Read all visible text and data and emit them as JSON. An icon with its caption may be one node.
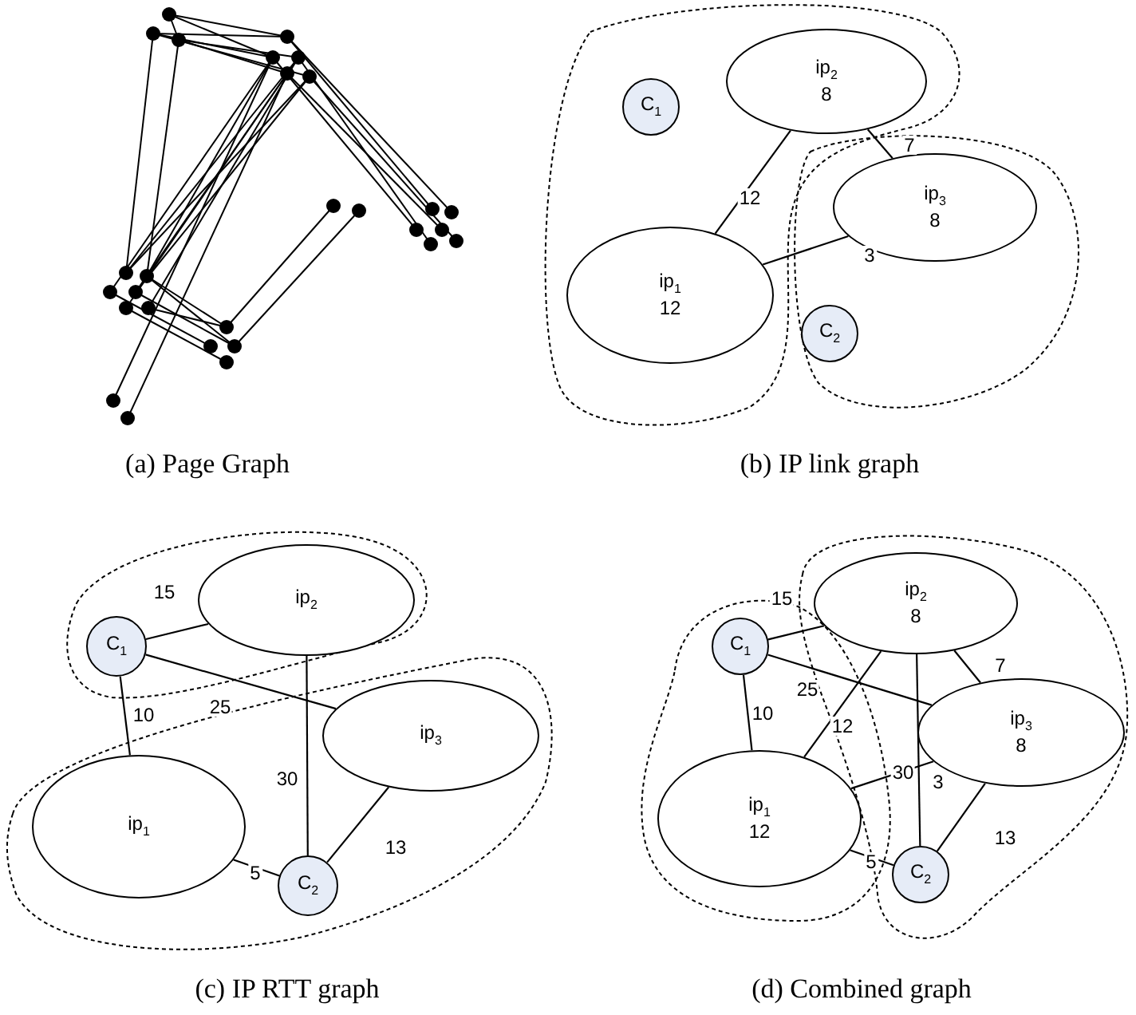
{
  "diagram": {
    "nodes": [
      {
        "text": [
          "ip$_{2}$",
          "8"
        ]
      },
      {
        "text": [
          "C$_{1}$"
        ]
      },
      {
        "text": [
          "ip$_{3}$",
          "8"
        ]
      },
      {
        "text": [
          "ip$_{1}$",
          "12"
        ]
      },
      {
        "text": [
          "C$_{2}$"
        ]
      },
      {
        "text": [
          "ip$_{2}$"
        ]
      },
      {
        "text": [
          "C$_{1}$"
        ]
      },
      {
        "text": [
          "ip$_{3}$"
        ]
      },
      {
        "text": [
          "ip$_{1}$"
        ]
      },
      {
        "text": [
          "C$_{2}$"
        ]
      },
      {
        "text": [
          "ip$_{2}$",
          "8"
        ]
      },
      {
        "text": [
          "C$_{1}$"
        ]
      },
      {
        "text": [
          "ip$_{3}$",
          "8"
        ]
      },
      {
        "text": [
          "ip$_{1}$",
          "12"
        ]
      },
      {
        "text": [
          "C$_{2}$"
        ]
      }
    ],
    "edges": [
      {
        "from": 0,
        "to": 2,
        "arrow": "none",
        "label": "7"
      },
      {
        "from": 0,
        "to": 3,
        "arrow": "none",
        "label": "12"
      },
      {
        "from": 3,
        "to": 2,
        "arrow": "none",
        "label": "3"
      },
      {
        "from": 6,
        "to": 5,
        "arrow": "none",
        "label": "15"
      },
      {
        "from": 6,
        "to": 8,
        "arrow": "none",
        "label": "10"
      },
      {
        "from": 6,
        "to": 7,
        "arrow": "none",
        "label": "25"
      },
      {
        "from": 5,
        "to": 9,
        "arrow": "none",
        "label": "30"
      },
      {
        "from": 8,
        "to": 9,
        "arrow": "none",
        "label": "5"
      },
      {
        "from": 7,
        "to": 9,
        "arrow": "none",
        "label": "13"
      },
      {
        "from": 11,
        "to": 10,
        "arrow": "none",
        "label": "15"
      },
      {
        "from": 11,
        "to": 13,
        "arrow": "none",
        "label": "10"
      },
      {
        "from": 11,
        "to": 12,
        "arrow": "none",
        "label": "25"
      },
      {
        "from": 10,
        "to": 13,
        "arrow": "none",
        "label": "12"
      },
      {
        "from": 10,
        "to": 14,
        "arrow": "none",
        "label": "30"
      },
      {
        "from": 10,
        "to": 12,
        "arrow": "none",
        "label": "7"
      },
      {
        "from": 13,
        "to": 12,
        "arrow": "none",
        "label": "3"
      },
      {
        "from": 13,
        "to": 14,
        "arrow": "none",
        "label": "5"
      },
      {
        "from": 12,
        "to": 14,
        "arrow": "none",
        "label": "13"
      }
    ],
    "labels": [
      "(a) Page Graph",
      "(b) IP link graph",
      "(c) IP RTT graph",
      "(d) Combined graph"
    ]
  }
}
